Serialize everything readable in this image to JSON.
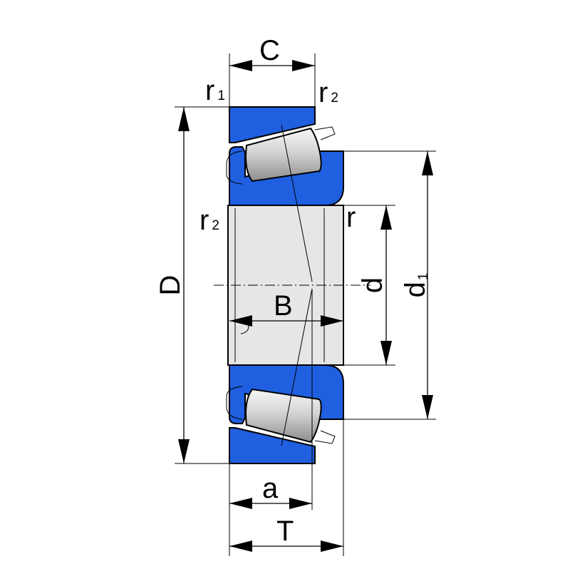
{
  "labels": {
    "C": "C",
    "r1_main": "r",
    "r1_sub": "1",
    "r2_top_main": "r",
    "r2_top_sub": "2",
    "r2_left_main": "r",
    "r2_left_sub": "2",
    "r_right": "r",
    "D": "D",
    "B": "B",
    "d": "d",
    "d1_main": "d",
    "d1_sub": "1",
    "a": "a",
    "T": "T"
  },
  "colors": {
    "ring": "#1f5fe0",
    "bore": "#e6e6e6",
    "roller_light": "#f4f4f4",
    "roller_dark": "#9a9a9a",
    "line": "#000000"
  }
}
